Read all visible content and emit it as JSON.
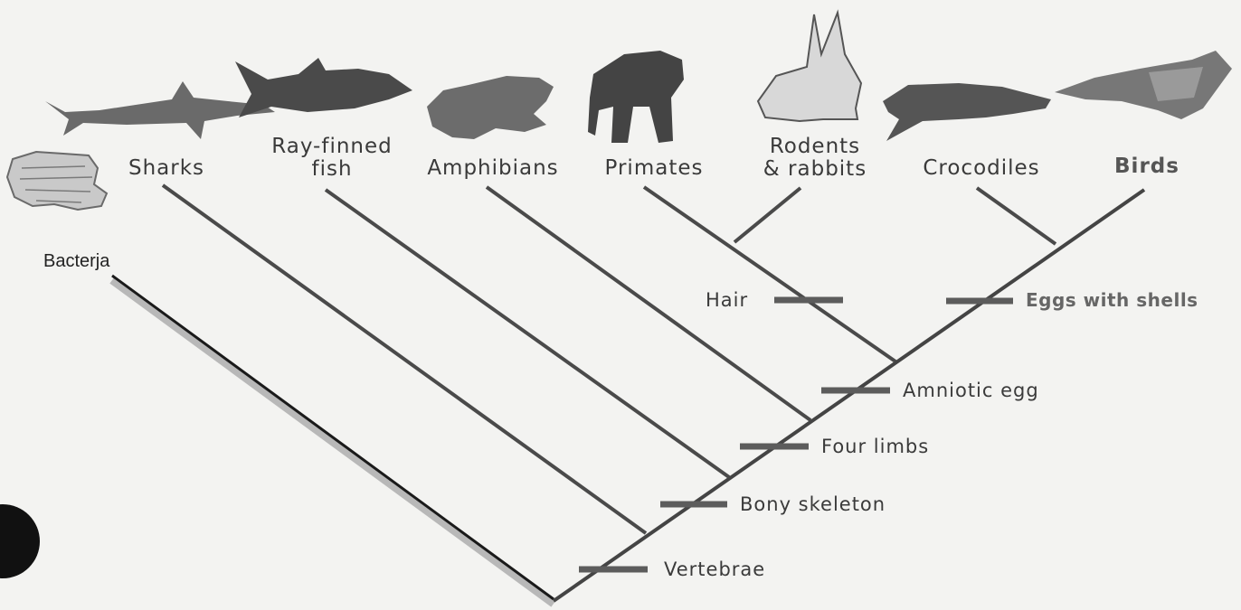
{
  "taxa": {
    "bacteria": "Bacterja",
    "sharks": "Sharks",
    "ray_finned_fish": "Ray-finned\nfish",
    "amphibians": "Amphibians",
    "primates": "Primates",
    "rodents_rabbits": "Rodents\n& rabbits",
    "crocodiles": "Crocodiles",
    "birds": "Birds"
  },
  "traits": {
    "vertebrae": "Vertebrae",
    "bony_skeleton": "Bony skeleton",
    "four_limbs": "Four limbs",
    "amniotic_egg": "Amniotic egg",
    "hair": "Hair",
    "eggs_with_shells": "Eggs with shells"
  },
  "colors": {
    "branch": "#444444",
    "trait_marker": "#5c5c5c",
    "bacteria_branch": "#1a1a1a",
    "animal_silhouette": "#4a4a4a"
  },
  "icons": [
    "bacteria-icon",
    "shark-icon",
    "tuna-icon",
    "frog-icon",
    "chimpanzee-icon",
    "rabbit-icon",
    "crocodile-icon",
    "bird-icon"
  ]
}
